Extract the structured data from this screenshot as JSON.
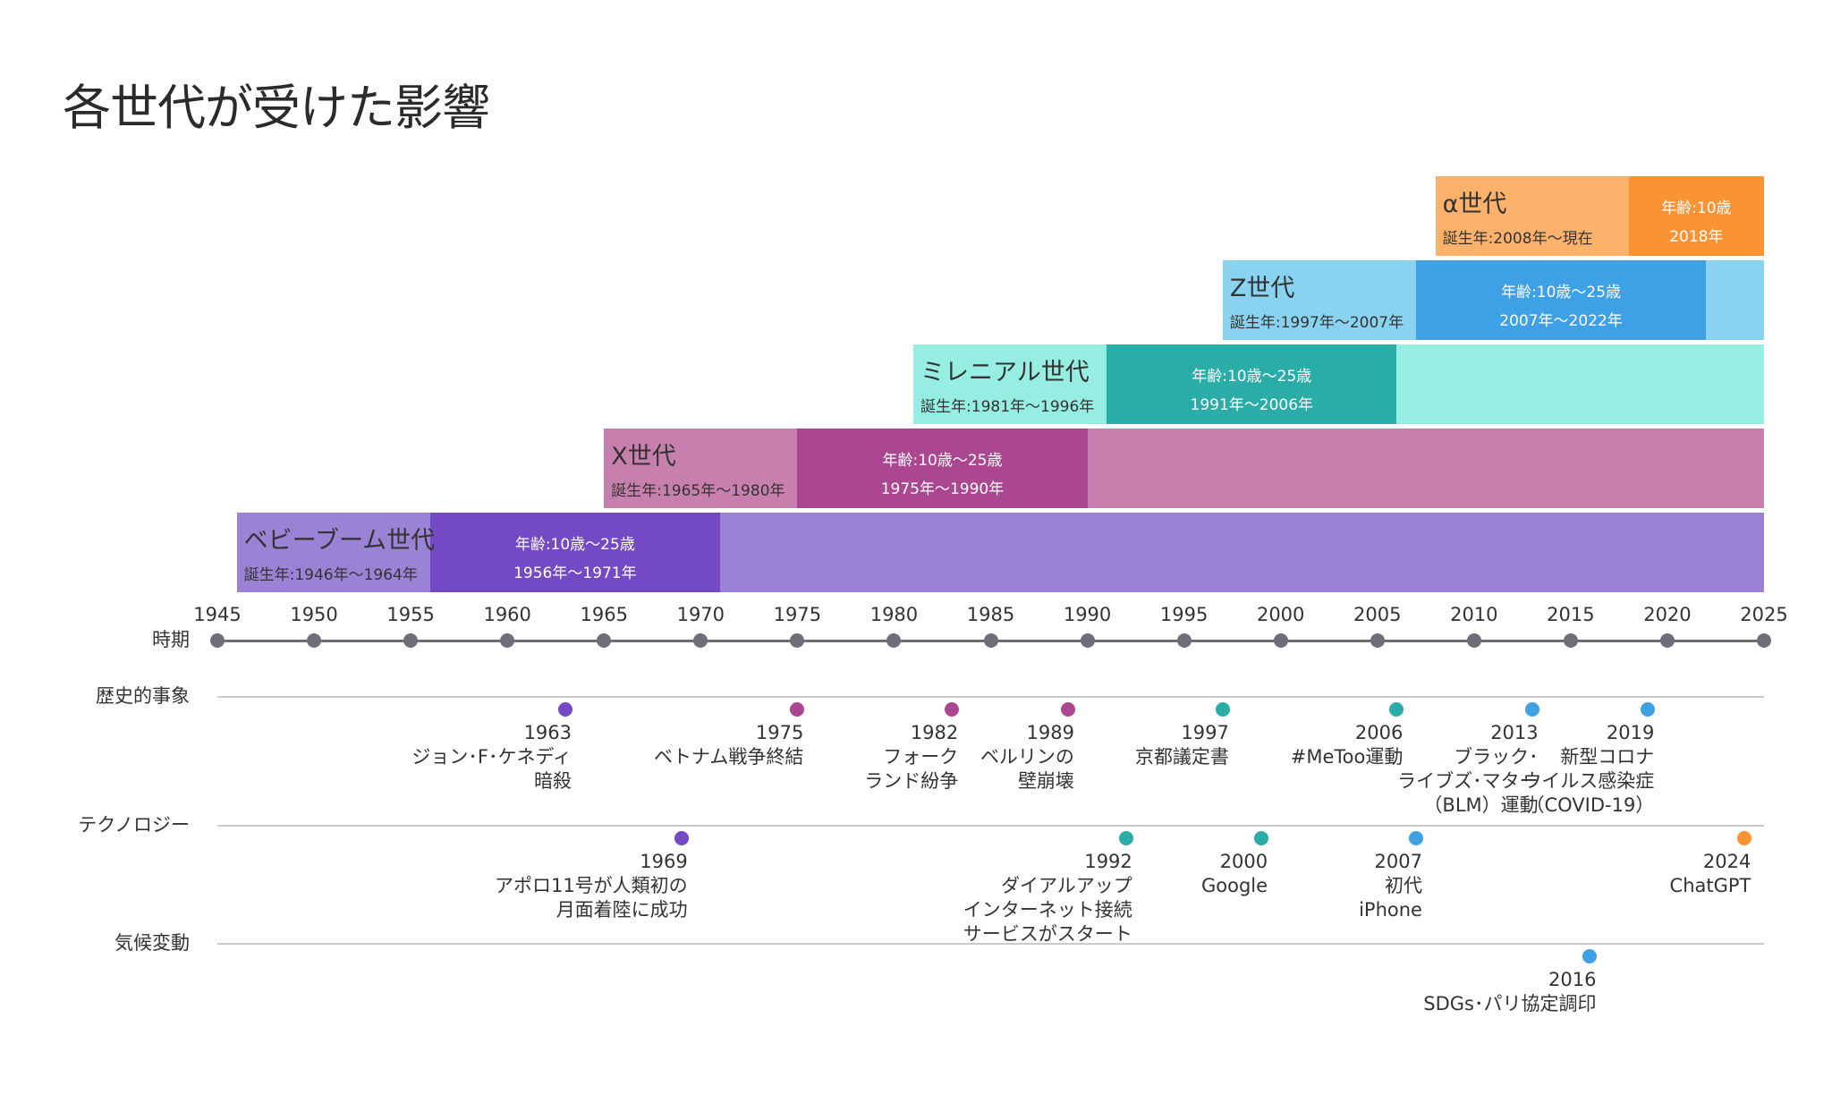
{
  "title": "各世代が受けた影響",
  "axis": {
    "label": "時期",
    "start": 1945,
    "end": 2025,
    "ticks": [
      1945,
      1950,
      1955,
      1960,
      1965,
      1970,
      1975,
      1980,
      1985,
      1990,
      1995,
      2000,
      2005,
      2010,
      2015,
      2020,
      2025
    ]
  },
  "generations": [
    {
      "key": "boomers",
      "name": "ベビーブーム世代",
      "born": "誕生年:1946年～1964年",
      "age_label": "年齢:10歳～25歳",
      "years_label": "1956年～1971年",
      "birth": [
        1946,
        1956
      ],
      "formative": [
        1956,
        1971
      ],
      "end": 2025,
      "colors": {
        "light": "#9a82d4",
        "dark": "#7349c4"
      }
    },
    {
      "key": "genx",
      "name": "X世代",
      "born": "誕生年:1965年～1980年",
      "age_label": "年齢:10歳～25歳",
      "years_label": "1975年～1990年",
      "birth": [
        1965,
        1975
      ],
      "formative": [
        1975,
        1990
      ],
      "end": 2025,
      "colors": {
        "light": "#c780ad",
        "dark": "#aa4790"
      }
    },
    {
      "key": "millennials",
      "name": "ミレニアル世代",
      "born": "誕生年:1981年～1996年",
      "age_label": "年齢:10歳～25歳",
      "years_label": "1991年～2006年",
      "birth": [
        1981,
        1991
      ],
      "formative": [
        1991,
        2006
      ],
      "end": 2025,
      "colors": {
        "light": "#96ede2",
        "dark": "#2aaca7"
      }
    },
    {
      "key": "genz",
      "name": "Z世代",
      "born": "誕生年:1997年～2007年",
      "age_label": "年齢:10歳～25歳",
      "years_label": "2007年～2022年",
      "birth": [
        1997,
        2007
      ],
      "formative": [
        2007,
        2022
      ],
      "end": 2025,
      "colors": {
        "light": "#8ad3f0",
        "dark": "#3ea1e6"
      }
    },
    {
      "key": "alpha",
      "name": "α世代",
      "born": "誕生年:2008年～現在",
      "age_label": "年齢:10歳",
      "years_label": "2018年",
      "birth": [
        2008,
        2018
      ],
      "formative": [
        2018,
        2025
      ],
      "end": 2025,
      "colors": {
        "light": "#fdb26c",
        "dark": "#f99333"
      }
    }
  ],
  "rows": [
    {
      "label": "歴史的事象",
      "events": [
        {
          "year": 1963,
          "lines": [
            "1963",
            "ジョン･F･ケネディ",
            "暗殺"
          ],
          "color": "#7349c4"
        },
        {
          "year": 1975,
          "lines": [
            "1975",
            "ベトナム戦争終結"
          ],
          "color": "#aa4790"
        },
        {
          "year": 1983,
          "lines": [
            "1982",
            "フォーク",
            "ランド紛争"
          ],
          "color": "#aa4790"
        },
        {
          "year": 1989,
          "lines": [
            "1989",
            "ベルリンの",
            "壁崩壊"
          ],
          "color": "#aa4790"
        },
        {
          "year": 1997,
          "lines": [
            "1997",
            "京都議定書"
          ],
          "color": "#2aaca7"
        },
        {
          "year": 2006,
          "lines": [
            "2006",
            "#MeToo運動"
          ],
          "color": "#2aaca7"
        },
        {
          "year": 2013,
          "lines": [
            "2013",
            "ブラック･",
            "ライブズ･マター",
            "（BLM）運動"
          ],
          "color": "#3ea1e6"
        },
        {
          "year": 2019,
          "lines": [
            "2019",
            "新型コロナ",
            "ウイルス感染症",
            "（COVID-19）"
          ],
          "color": "#3ea1e6"
        }
      ]
    },
    {
      "label": "テクノロジー",
      "events": [
        {
          "year": 1969,
          "lines": [
            "1969",
            "アポロ11号が人類初の",
            "月面着陸に成功"
          ],
          "color": "#7349c4"
        },
        {
          "year": 1992,
          "lines": [
            "1992",
            "ダイアルアップ",
            "インターネット接続",
            "サービスがスタート"
          ],
          "color": "#2aaca7"
        },
        {
          "year": 1999,
          "lines": [
            "2000",
            "Google"
          ],
          "color": "#2aaca7"
        },
        {
          "year": 2007,
          "lines": [
            "2007",
            "初代",
            "iPhone"
          ],
          "color": "#3ea1e6"
        },
        {
          "year": 2024,
          "lines": [
            "2024",
            "ChatGPT"
          ],
          "color": "#f99333"
        }
      ]
    },
    {
      "label": "気候変動",
      "events": [
        {
          "year": 2016,
          "lines": [
            "2016",
            "SDGs･パリ協定調印"
          ],
          "color": "#3ea1e6"
        }
      ]
    }
  ]
}
